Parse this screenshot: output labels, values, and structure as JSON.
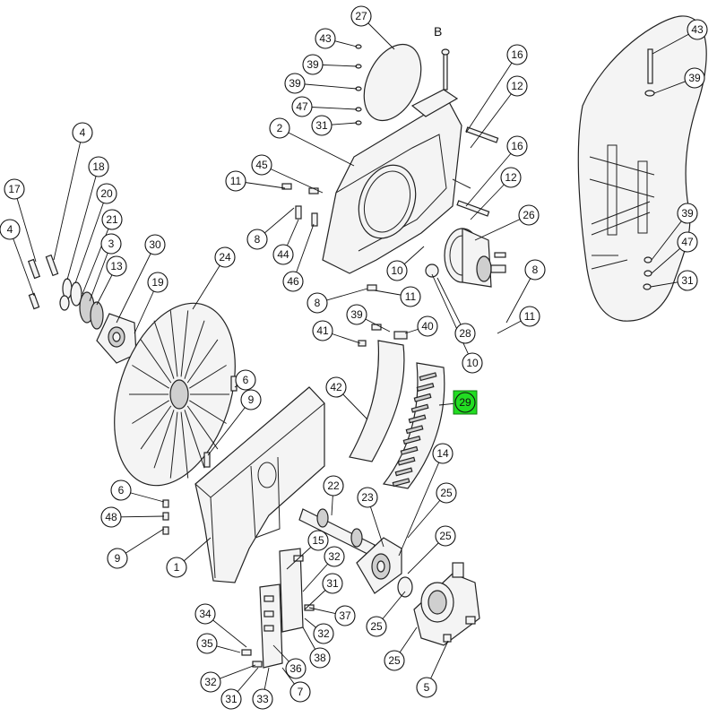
{
  "labels": {
    "c27": "27",
    "c43a": "43",
    "c39a": "39",
    "c39b": "39",
    "c47a": "47",
    "c31a": "31",
    "c2": "2",
    "c16a": "16",
    "c12a": "12",
    "c16b": "16",
    "c12b": "12",
    "c26": "26",
    "c4a": "4",
    "c18": "18",
    "c20": "20",
    "c21": "21",
    "c3": "3",
    "c13": "13",
    "c17": "17",
    "c4b": "4",
    "c30": "30",
    "c19": "19",
    "c24": "24",
    "c45": "45",
    "c11a": "11",
    "c8a": "8",
    "c44": "44",
    "c46": "46",
    "c10a": "10",
    "c8b": "8",
    "c11b": "11",
    "c8c": "8",
    "c11c": "11",
    "c28": "28",
    "c10b": "10",
    "c39c": "39",
    "c40": "40",
    "c41": "41",
    "c42": "42",
    "c29": "29",
    "c6a": "6",
    "c9a": "9",
    "c6b": "6",
    "c48": "48",
    "c9b": "9",
    "c1": "1",
    "c14": "14",
    "c22": "22",
    "c23": "23",
    "c25a": "25",
    "c25b": "25",
    "c25c": "25",
    "c25d": "25",
    "c15": "15",
    "c32a": "32",
    "c31b": "31",
    "c37": "37",
    "c32b": "32",
    "c34": "34",
    "c35": "35",
    "c36": "36",
    "c38": "38",
    "c32c": "32",
    "c31c": "31",
    "c33": "33",
    "c7": "7",
    "c5": "5",
    "c43b": "43",
    "c39d": "39",
    "c39e": "39",
    "c47b": "47",
    "c31d": "31"
  },
  "view_tag": "B",
  "highlight": {
    "callout": "29",
    "color": "#22dd22"
  }
}
